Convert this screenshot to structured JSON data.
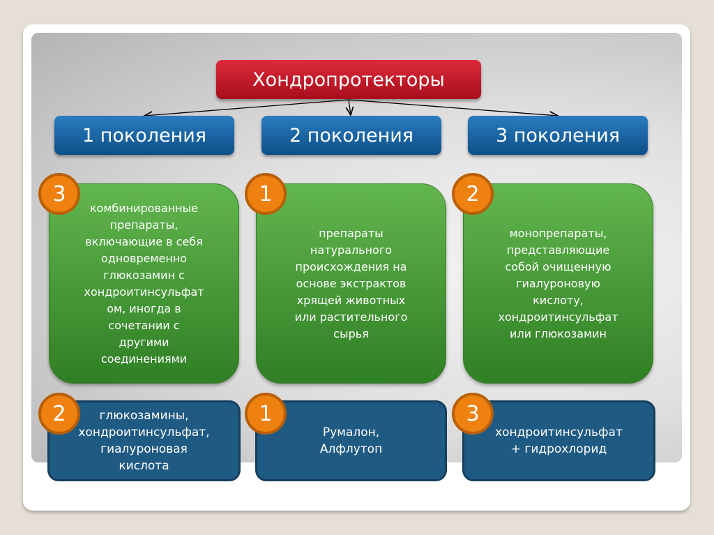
{
  "title": "Хондропротекторы",
  "generations": [
    {
      "label": "1 поколения",
      "rank_top": "3",
      "description": "комбинированные\nпрепараты,\nвключающие в себя\nодновременно\nглюкозамин с\nхондроитинсульфат\nом, иногда в\nсочетании с\nдругими\nсоединениями",
      "rank_bottom": "2",
      "examples": "глюкозамины,\nхондроитинсульфат,\nгиалуроновая\nкислота"
    },
    {
      "label": "2 поколения",
      "rank_top": "1",
      "description": "препараты\nнатурального\nпроисхождения на\nоснове экстрактов\nхрящей животных\nили растительного\nсырья",
      "rank_bottom": "1",
      "examples": "Румалон,\nАлфлутоп"
    },
    {
      "label": "3 поколения",
      "rank_top": "2",
      "description": "монопрепараты,\nпредставляющие\nсобой очищенную\nгиалуроновую\nкислоту,\nхондроитинсульфат\nили глюкозамин",
      "rank_bottom": "3",
      "examples": "хондроитинсульфат\n+ гидрохлорид"
    }
  ],
  "colors": {
    "title": "#c41a2a",
    "generation": "#17609f",
    "description": "#4a9e3a",
    "examples": "#1f5a83",
    "badge": "#ee8110"
  }
}
